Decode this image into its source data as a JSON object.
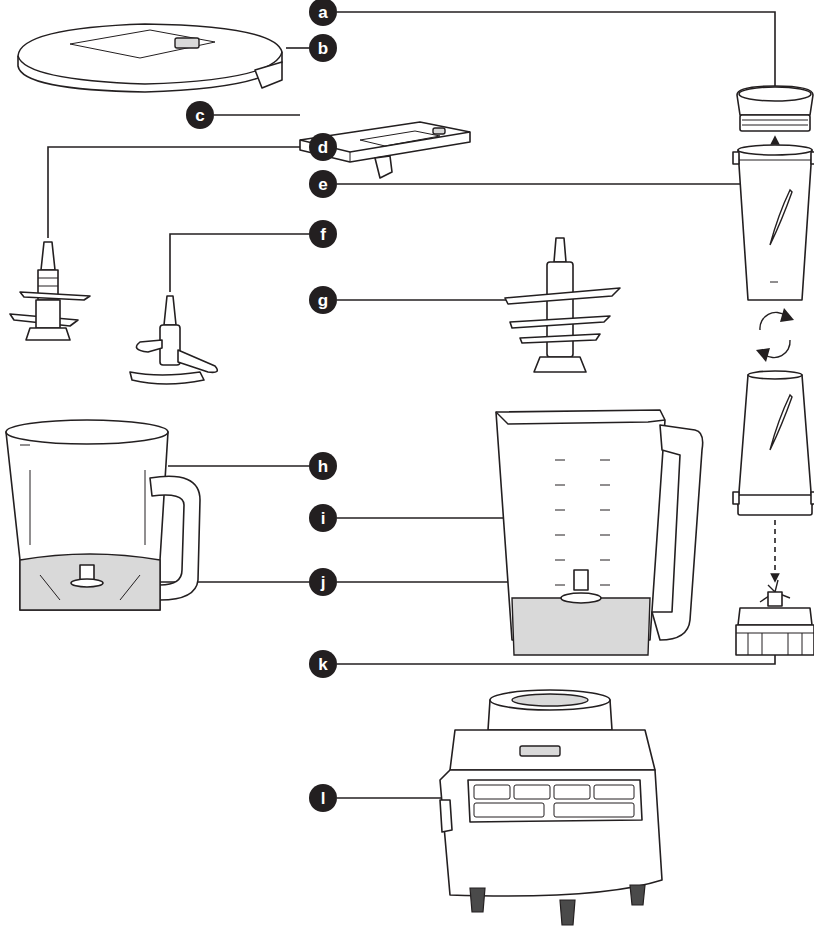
{
  "diagram": {
    "labels": [
      "a",
      "b",
      "c",
      "d",
      "e",
      "f",
      "g",
      "h",
      "i",
      "j",
      "k",
      "l"
    ]
  }
}
